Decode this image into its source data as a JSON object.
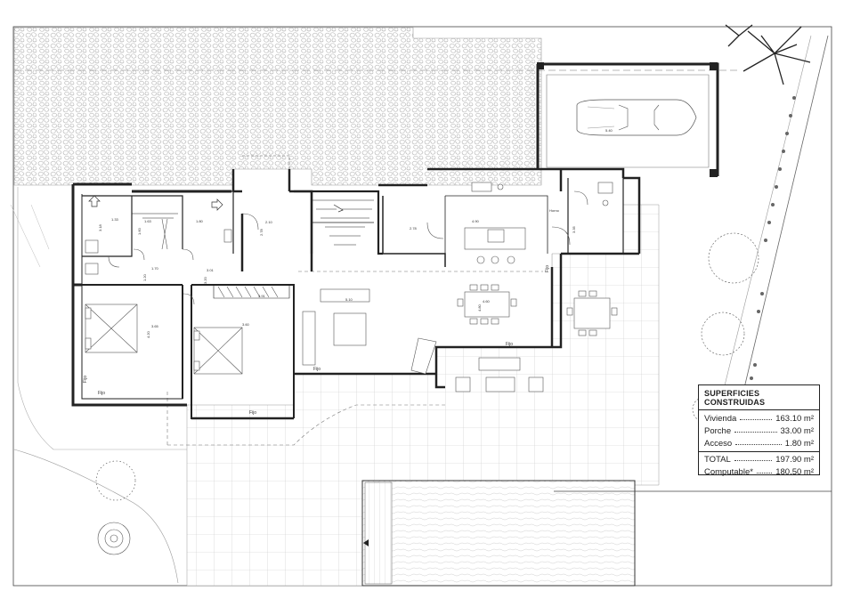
{
  "rooms": {
    "garage_car_dim": "5.40",
    "bath_dim": "1.33",
    "bath_dim_b": "3.18",
    "dress_dim": "1.63",
    "hall_dim": "1.80",
    "laundry_dim": "1.60",
    "corridor_dim": "1.70",
    "corridor_dim_b": "1.20",
    "entry_dim": "2.10",
    "entry_dim_b": "2.78",
    "wc_dim": "3.20",
    "corridor2_dim": "3.01",
    "bed1_w": "3.65",
    "bed1_h": "4.20",
    "bed2_w": "3.60",
    "bed2_h": "3.60",
    "wardrobe_dim": "3.91",
    "kitchen_w": "4.90",
    "kitchen_h": "3.35",
    "porch_dim": "2.78",
    "living_w": "5.10",
    "dining_w": "4.60",
    "dining_h": "4.80",
    "fijo_1": "Fijo",
    "fijo_2": "Fijo",
    "fijo_3": "Fijo",
    "fijo_4": "Fijo",
    "fijo_5": "Fijo",
    "fijo_6": "Fijo",
    "horno": "Horno"
  },
  "area_table": {
    "title": "SUPERFICIES CONSTRUIDAS",
    "rows": [
      {
        "label": "Vivienda",
        "value": "163.10 m²"
      },
      {
        "label": "Porche",
        "value": "33.00 m²"
      },
      {
        "label": "Acceso",
        "value": "1.80 m²"
      }
    ],
    "total_label": "TOTAL",
    "total_value": "197.90 m²",
    "computable_label": "Computable*",
    "computable_value": "180.50 m²"
  },
  "colors": {
    "wall": "#222222",
    "line": "#555555",
    "paving": "#aaaaaa",
    "gravel": "#bbbbbb"
  }
}
